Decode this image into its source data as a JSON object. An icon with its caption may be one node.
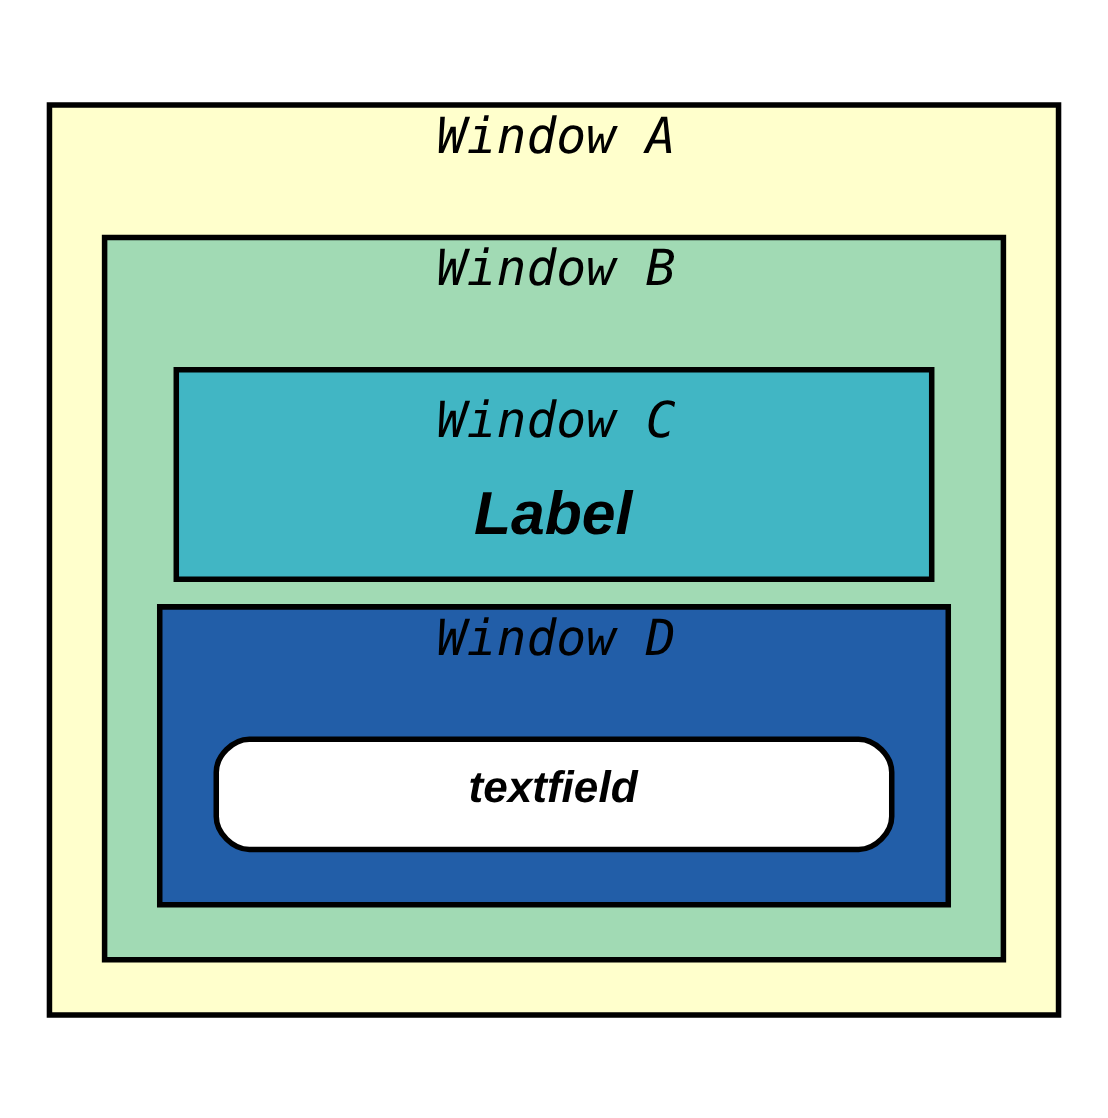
{
  "diagram": {
    "nodes": [
      {
        "text": [
          "Window A"
        ]
      },
      {
        "text": [
          "Window B"
        ],
        "in": 0
      },
      {
        "text": [
          "Window C",
          "Label"
        ],
        "in": 1
      },
      {
        "text": [
          "Window D"
        ],
        "in": 1
      },
      {
        "text": [
          "textfield"
        ],
        "in": 3
      }
    ]
  }
}
